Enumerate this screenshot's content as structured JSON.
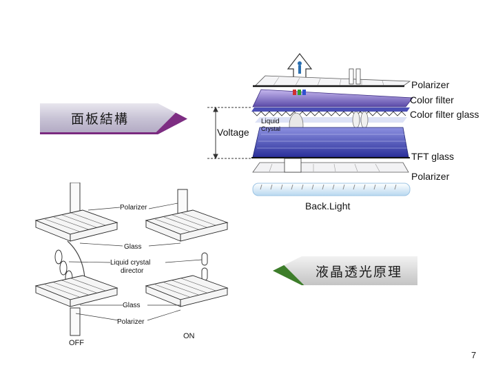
{
  "arrows": {
    "panel_structure": "面板結構",
    "lc_principle": "液晶透光原理"
  },
  "panel": {
    "layers": {
      "polarizer_top": "Polarizer",
      "color_filter": "Color filter",
      "color_filter_glass": "Color filter glass",
      "tft_glass": "TFT glass",
      "polarizer_bottom": "Polarizer",
      "backlight": "Back.Light"
    },
    "voltage": "Voltage",
    "liquid": "Liquid",
    "crystal": "Crystal"
  },
  "lc": {
    "polarizer_top": "Polarizer",
    "glass_top": "Glass",
    "director_line1": "Liquid crystal",
    "director_line2": "director",
    "glass_bottom": "Glass",
    "polarizer_bottom": "Polarizer",
    "off": "OFF",
    "on": "ON"
  },
  "page_number": "7",
  "colors": {
    "purple_accent": "#7d2d82",
    "green_accent": "#3d7d2a",
    "panel_blue": "#3a3fa8"
  }
}
